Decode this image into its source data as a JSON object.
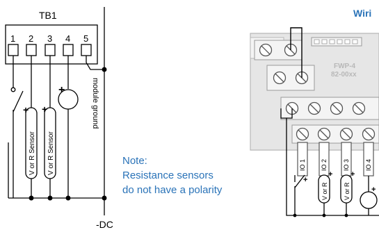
{
  "diagram": {
    "left": {
      "block_label": "TB1",
      "terminals": [
        "1",
        "2",
        "3",
        "4",
        "5"
      ],
      "module_ground_label": "module ground",
      "sensor_label": "V or R Sensor",
      "plus_sign": "+",
      "dc_label": "-DC"
    },
    "note": {
      "line1": "Note:",
      "line2": "Resistance sensors",
      "line3": "do not have a polarity"
    },
    "right": {
      "title": "Wiri",
      "module_name": "FWP-4",
      "module_part": "82-00xx",
      "io_labels": [
        "IO 1",
        "IO 2",
        "IO 3",
        "IO 4"
      ],
      "sensor_label": "V or R",
      "plus_sign": "+"
    },
    "colors": {
      "note": "#2a73b8",
      "module_body": "#e6e6e6",
      "module_line": "#b8b8b8"
    }
  }
}
